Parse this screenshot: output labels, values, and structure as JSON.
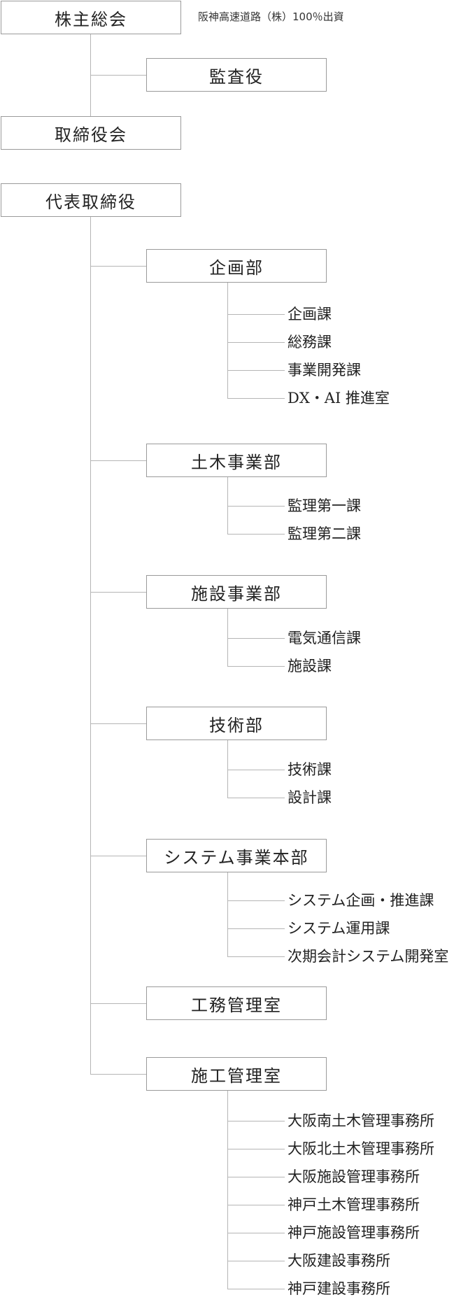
{
  "top": {
    "shareholders": "株主総会",
    "ownership_note": "阪神高速道路（株）100％出資",
    "auditor": "監査役",
    "board": "取締役会",
    "president": "代表取締役"
  },
  "departments": [
    {
      "name": "企画部",
      "sections": [
        "企画課",
        "総務課",
        "事業開発課",
        "DX・AI 推進室"
      ]
    },
    {
      "name": "土木事業部",
      "sections": [
        "監理第一課",
        "監理第二課"
      ]
    },
    {
      "name": "施設事業部",
      "sections": [
        "電気通信課",
        "施設課"
      ]
    },
    {
      "name": "技術部",
      "sections": [
        "技術課",
        "設計課"
      ]
    },
    {
      "name": "システム事業本部",
      "sections": [
        "システム企画・推進課",
        "システム運用課",
        "次期会計システム開発室"
      ]
    },
    {
      "name": "工務管理室",
      "sections": []
    },
    {
      "name": "施工管理室",
      "sections": [
        "大阪南土木管理事務所",
        "大阪北土木管理事務所",
        "大阪施設管理事務所",
        "神戸土木管理事務所",
        "神戸施設管理事務所",
        "大阪建設事務所",
        "神戸建設事務所"
      ]
    }
  ]
}
